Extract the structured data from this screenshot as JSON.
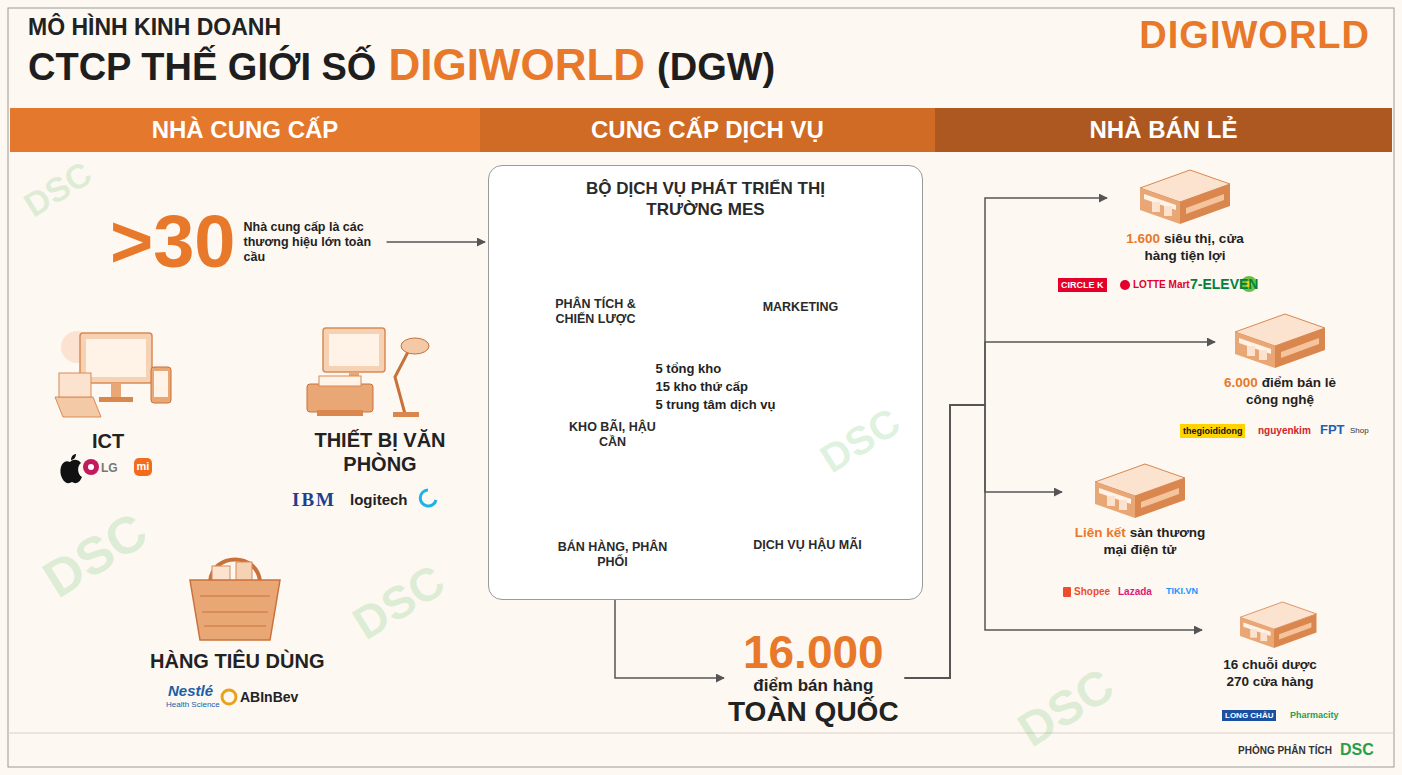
{
  "diagram": {
    "title": "MÔ HÌNH KINH DOANH",
    "nodes": [
      {
        "text": [
          "NHÀ CUNG CẤP"
        ]
      },
      {
        "text": [
          "CUNG CẤP DỊCH VỤ"
        ]
      },
      {
        "text": [
          "NHÀ BÁN LẺ"
        ]
      },
      {
        "text": [
          ">30",
          "Nhà cung cấp là các thương hiệu lớn toàn cầu"
        ]
      },
      {
        "text": [
          "BỘ DỊCH VỤ PHÁT TRIỂN THỊ TRƯỜNG MES"
        ]
      },
      {
        "text": [
          "PHÂN TÍCH & CHIẾN LƯỢC"
        ],
        "in": 4
      },
      {
        "text": [
          "MARKETING"
        ],
        "in": 4
      },
      {
        "text": [
          "KHO BÃI, HẬU CẦN",
          "5 tổng kho",
          "15 kho thứ cấp",
          "5 trung tâm dịch vụ"
        ],
        "in": 4
      },
      {
        "text": [
          "BÁN HÀNG, PHÂN PHỐI"
        ],
        "in": 4
      },
      {
        "text": [
          "DỊCH VỤ HẬU MÃI"
        ],
        "in": 4
      },
      {
        "text": [
          "16.000",
          "điểm bán hàng",
          "TOÀN QUỐC"
        ]
      },
      {
        "text": [
          "1.600",
          "siêu thị, cửa hàng tiện lợi"
        ]
      },
      {
        "text": [
          "6.000",
          "điểm bán lẻ công nghệ"
        ]
      },
      {
        "text": [
          "Liên kết",
          "sàn thương mại điện tử"
        ]
      },
      {
        "text": [
          "16 chuỗi dược",
          "270 cửa hàng"
        ]
      }
    ],
    "edges": [
      {
        "from": 3,
        "to": 4,
        "arrow": "to"
      },
      {
        "from": 4,
        "to": 10,
        "arrow": "to"
      },
      {
        "from": 10,
        "to": 11,
        "arrow": "to"
      },
      {
        "from": 10,
        "to": 12,
        "arrow": "to"
      },
      {
        "from": 10,
        "to": 13,
        "arrow": "to"
      },
      {
        "from": 10,
        "to": 14,
        "arrow": "to"
      }
    ],
    "labels": [
      "CTCP THẾ GIỚI SỐ",
      "DIGIWORLD",
      "(DGW)",
      "DIGIWORLD",
      "ICT",
      "LG",
      "mi",
      "THIẾT BỊ VĂN PHÒNG",
      "IBM",
      "logitech",
      "HÀNG TIÊU DÙNG",
      "Nestlé",
      "Health Science",
      "ABInBev",
      "CIRCLE K",
      "LOTTE Mart",
      "7-ELEVEN",
      "thegioididong",
      "nguyenkim",
      "FPT",
      "Shop",
      "Shopee",
      "Lazada",
      "TIKI.VN",
      "LONG CHÂU",
      "Pharmacity",
      "PHÒNG PHÂN TÍCH",
      "DSC",
      "DSC",
      "DSC",
      "DSC",
      "DSC",
      "DSC"
    ]
  }
}
